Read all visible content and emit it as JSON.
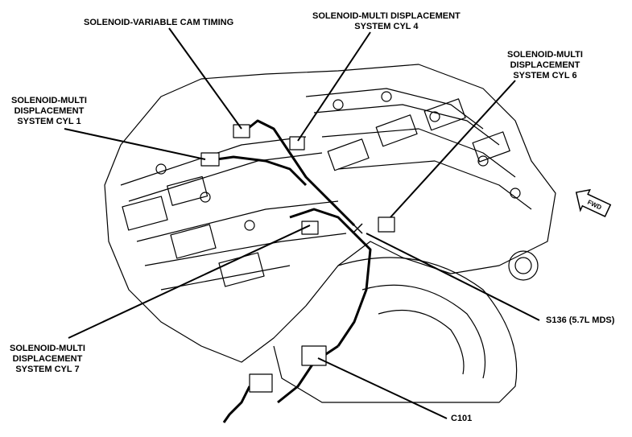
{
  "labels": {
    "vct": "SOLENOID-VARIABLE CAM TIMING",
    "cyl4": "SOLENOID-MULTI DISPLACEMENT\nSYSTEM CYL 4",
    "cyl6": "SOLENOID-MULTI\nDISPLACEMENT\nSYSTEM CYL 6",
    "cyl1": "SOLENOID-MULTI\nDISPLACEMENT\nSYSTEM CYL 1",
    "cyl7": "SOLENOID-MULTI\nDISPLACEMENT\nSYSTEM CYL 7",
    "s136": "S136 (5.7L MDS)",
    "c101": "C101"
  },
  "fwd_arrow": {
    "text": "FWD"
  }
}
